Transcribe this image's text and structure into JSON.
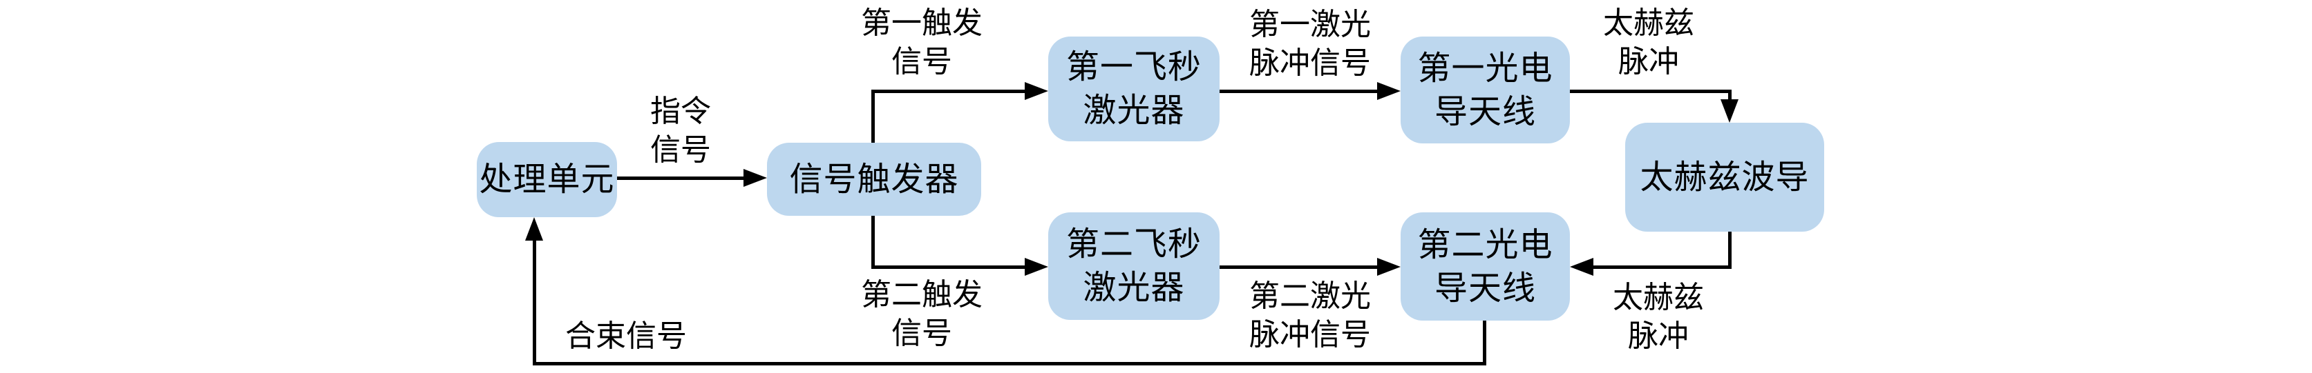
{
  "diagram": {
    "type": "block-flow-diagram",
    "background_color": "#FFFFFF",
    "node_fill_color": "#BDD7EE",
    "line_color": "#000000",
    "text_color": "#000000",
    "nodes": {
      "processing_unit": {
        "label": "处理单元"
      },
      "signal_trigger": {
        "label": "信号触发器"
      },
      "first_femtosecond_laser": {
        "label_line1": "第一飞秒",
        "label_line2": "激光器"
      },
      "second_femtosecond_laser": {
        "label_line1": "第二飞秒",
        "label_line2": "激光器"
      },
      "first_photoconductive_antenna": {
        "label_line1": "第一光电",
        "label_line2": "导天线"
      },
      "second_photoconductive_antenna": {
        "label_line1": "第二光电",
        "label_line2": "导天线"
      },
      "terahertz_waveguide": {
        "label": "太赫兹波导"
      }
    },
    "edge_labels": {
      "command_signal": {
        "line1": "指令",
        "line2": "信号"
      },
      "first_trigger_signal": {
        "line1": "第一触发",
        "line2": "信号"
      },
      "second_trigger_signal": {
        "line1": "第二触发",
        "line2": "信号"
      },
      "first_laser_pulse_signal": {
        "line1": "第一激光",
        "line2": "脉冲信号"
      },
      "second_laser_pulse_signal": {
        "line1": "第二激光",
        "line2": "脉冲信号"
      },
      "terahertz_pulse_top": {
        "line1": "太赫兹",
        "line2": "脉冲"
      },
      "terahertz_pulse_bottom": {
        "line1": "太赫兹",
        "line2": "脉冲"
      },
      "combined_beam_signal": {
        "label": "合束信号"
      }
    },
    "edges": [
      {
        "from": "processing_unit",
        "to": "signal_trigger",
        "label": "指令信号"
      },
      {
        "from": "signal_trigger",
        "to": "first_femtosecond_laser",
        "label": "第一触发信号"
      },
      {
        "from": "signal_trigger",
        "to": "second_femtosecond_laser",
        "label": "第二触发信号"
      },
      {
        "from": "first_femtosecond_laser",
        "to": "first_photoconductive_antenna",
        "label": "第一激光脉冲信号"
      },
      {
        "from": "second_femtosecond_laser",
        "to": "second_photoconductive_antenna",
        "label": "第二激光脉冲信号"
      },
      {
        "from": "first_photoconductive_antenna",
        "to": "terahertz_waveguide",
        "label": "太赫兹脉冲"
      },
      {
        "from": "terahertz_waveguide",
        "to": "second_photoconductive_antenna",
        "label": "太赫兹脉冲"
      },
      {
        "from": "second_photoconductive_antenna",
        "to": "processing_unit",
        "label": "合束信号"
      }
    ]
  }
}
